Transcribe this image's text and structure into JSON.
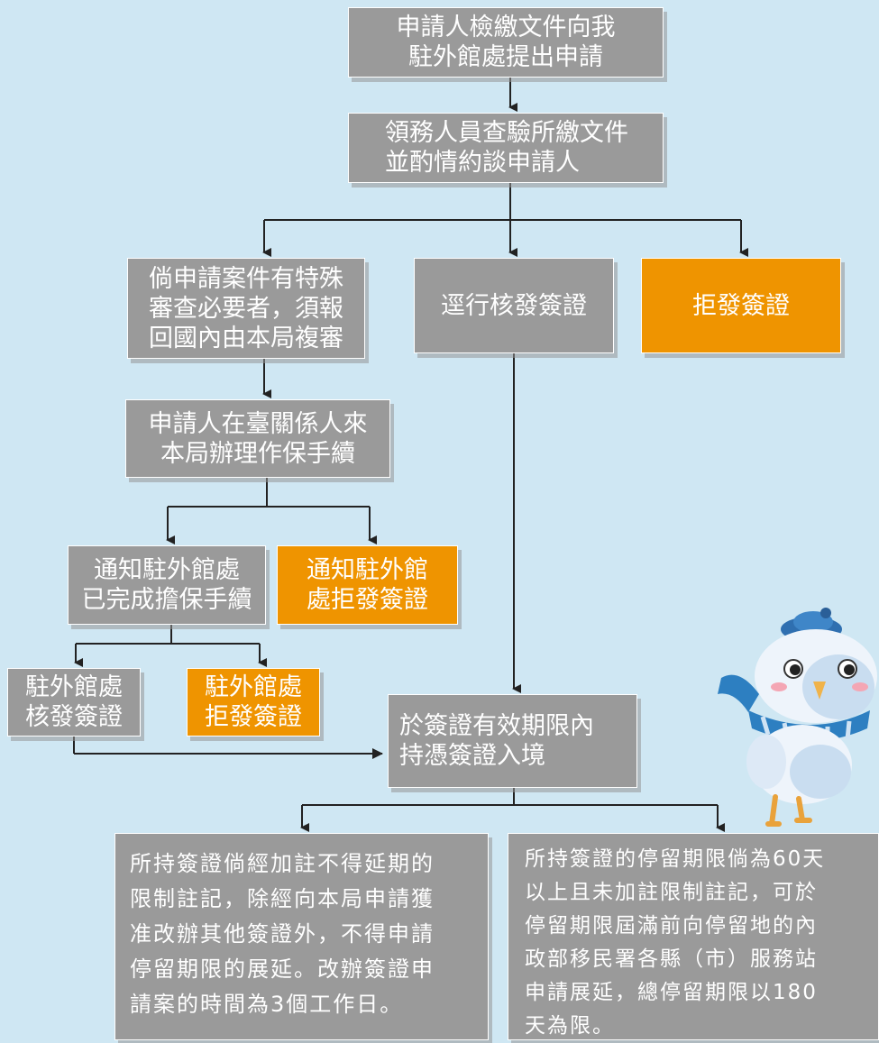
{
  "boxes": {
    "b1": [
      "申請人檢繳文件向我",
      "駐外館處提出申請"
    ],
    "b2": [
      "領務人員查驗所繳文件",
      "並酌情約談申請人"
    ],
    "b3": [
      "倘申請案件有特殊",
      "審查必要者，須報",
      "回國內由本局複審"
    ],
    "b4": [
      "逕行核發簽證"
    ],
    "b5": [
      "拒發簽證"
    ],
    "b6": [
      "申請人在臺關係人來",
      "本局辦理作保手續"
    ],
    "b7": [
      "通知駐外館處",
      "已完成擔保手續"
    ],
    "b8": [
      "通知駐外館",
      "處拒發簽證"
    ],
    "b9": [
      "駐外館處",
      "核發簽證"
    ],
    "b10": [
      "駐外館處",
      "拒發簽證"
    ],
    "b11": [
      "於簽證有效期限內",
      "持憑簽證入境"
    ],
    "b12": [
      "所持簽證倘經加註不得延期的",
      "限制註記，除經向本局申請獲",
      "准改辦其他簽證外，不得申請",
      "停留期限的展延。改辦簽證申",
      "請案的時間為3個工作日。"
    ],
    "b13": [
      "所持簽證的停留期限倘為60天",
      "以上且未加註限制註記，可於",
      "停留期限屆滿前向停留地的內",
      "政部移民署各縣（市）服務站",
      "申請展延，總停留期限以180",
      "天為限。"
    ]
  },
  "colors": {
    "background": "#cfe7f3",
    "gray_box": "#9a9a9a",
    "orange_box": "#ef9400",
    "connector": "#222222"
  },
  "mascot": {
    "icon": "mascot-bird-illustration"
  }
}
